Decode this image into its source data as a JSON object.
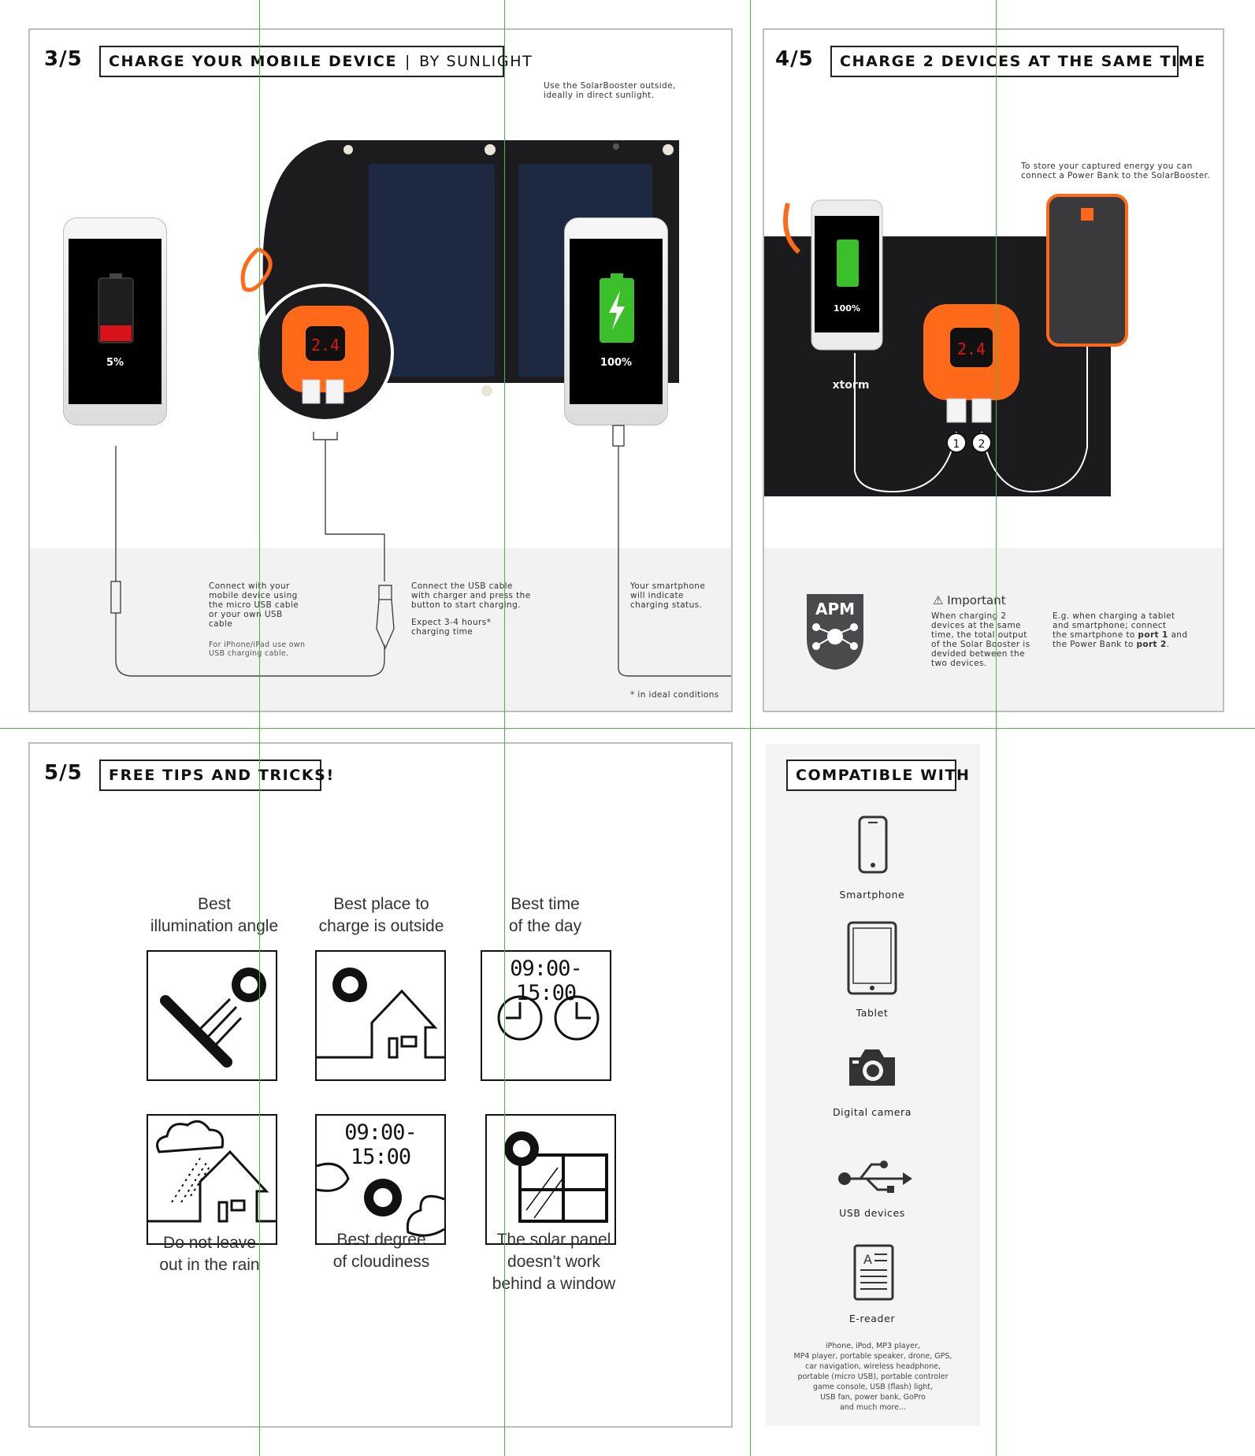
{
  "panel3": {
    "step": "3/5",
    "title_bold": "CHARGE YOUR MOBILE DEVICE",
    "title_sep": "|",
    "title_light": "BY SUNLIGHT",
    "note_outside": "Use the SolarBooster outside,\nideally in direct sunlight.",
    "phone_left_pct": "5%",
    "phone_right_pct": "100%",
    "display_value": "2.4",
    "note_connect": "Connect with your\nmobile device using\nthe micro USB cable\nor your own USB\ncable",
    "note_iphone": "For iPhone/iPad use own\nUSB charging cable.",
    "note_usb": "Connect the USB cable\nwith charger and press the\nbutton to start charging.",
    "note_expect": "Expect 3-4 hours*\ncharging time",
    "note_status": "Your smartphone\nwill indicate\ncharging status.",
    "footnote": "* in ideal conditions"
  },
  "panel4": {
    "step": "4/5",
    "title": "CHARGE 2 DEVICES AT THE SAME TIME",
    "note_store": "To store your captured energy you can\nconnect a Power Bank to the SolarBooster.",
    "phone_pct": "100%",
    "brand": "xtorm",
    "display_value": "2.4",
    "port1": "1",
    "port2": "2",
    "apm_label": "APM",
    "important_title": "Important",
    "important_text": "When charging 2\ndevices at the same\ntime, the total output\nof the Solar Booster is\ndevided between the\ntwo devices.",
    "example_prefix": "E.g. when charging a tablet\nand smartphone; connect\nthe smartphone to ",
    "example_port1": "port 1",
    "example_mid": " and\nthe Power Bank to ",
    "example_port2": "port 2",
    "example_suffix": "."
  },
  "panel5": {
    "step": "5/5",
    "title": "FREE TIPS AND TRICKS!",
    "tips": [
      {
        "label": "Best\nillumination angle"
      },
      {
        "label": "Best place to\ncharge is outside"
      },
      {
        "label": "Best time\nof the day",
        "time": "09:00-15:00"
      },
      {
        "label": "Do not leave\nout in the rain"
      },
      {
        "label": "Best degree\nof cloudiness",
        "time": "09:00-15:00"
      },
      {
        "label": "The solar panel\ndoesn’t work\nbehind a window"
      }
    ]
  },
  "compatible": {
    "title": "COMPATIBLE WITH",
    "items": [
      {
        "label": "Smartphone",
        "icon": "smartphone-icon"
      },
      {
        "label": "Tablet",
        "icon": "tablet-icon"
      },
      {
        "label": "Digital camera",
        "icon": "camera-icon"
      },
      {
        "label": "USB devices",
        "icon": "usb-icon"
      },
      {
        "label": "E-reader",
        "icon": "ereader-icon"
      }
    ],
    "footer": "iPhone, iPod, MP3 player,\nMP4 player, portable speaker, drone, GPS,\ncar navigation, wireless headphone,\nportable (micro USB), portable controler\ngame console, USB (flash) light,\nUSB fan, power bank, GoPro\nand much more..."
  },
  "colors": {
    "accent_orange": "#ff6a1a",
    "battery_red": "#d8121b",
    "battery_green": "#3bbf2a",
    "guide_green": "#53b24a",
    "panel_border": "#bdbdbd",
    "band_gray": "#f2f2f2"
  }
}
